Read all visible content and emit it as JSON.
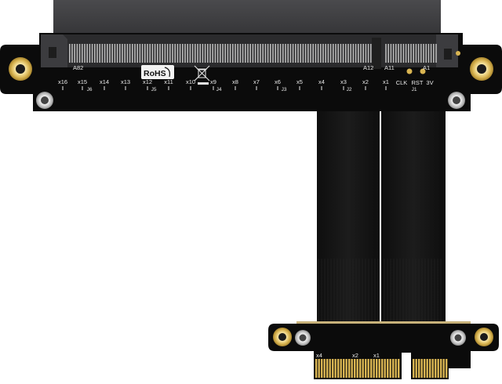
{
  "colors": {
    "pcb": "#0b0b0b",
    "slot": "#3a3a3c",
    "slot_dark": "#2a2a2c",
    "gold": "#d9b552",
    "gold_light": "#f2d27a",
    "ribbon": "#141414",
    "silver": "#c9c9c9",
    "silk": "#e8e8e8"
  },
  "top_board": {
    "pin_labels": {
      "a82": "A82",
      "a12": "A12",
      "a11": "A11",
      "a1": "A1"
    },
    "rohs": "RoHS",
    "lane_labels": [
      "x16",
      "x15",
      "x14",
      "x13",
      "x12",
      "x11",
      "x10",
      "x9",
      "x8",
      "x7",
      "x6",
      "x5",
      "x4",
      "x3",
      "x2",
      "x1"
    ],
    "jumper_labels": [
      "J6",
      "J5",
      "J4",
      "J3",
      "J2",
      "J1"
    ],
    "signal_labels": [
      "CLK",
      "RST",
      "3V"
    ]
  },
  "bottom_board": {
    "lane_labels": [
      "x4",
      "x2",
      "x1"
    ]
  }
}
